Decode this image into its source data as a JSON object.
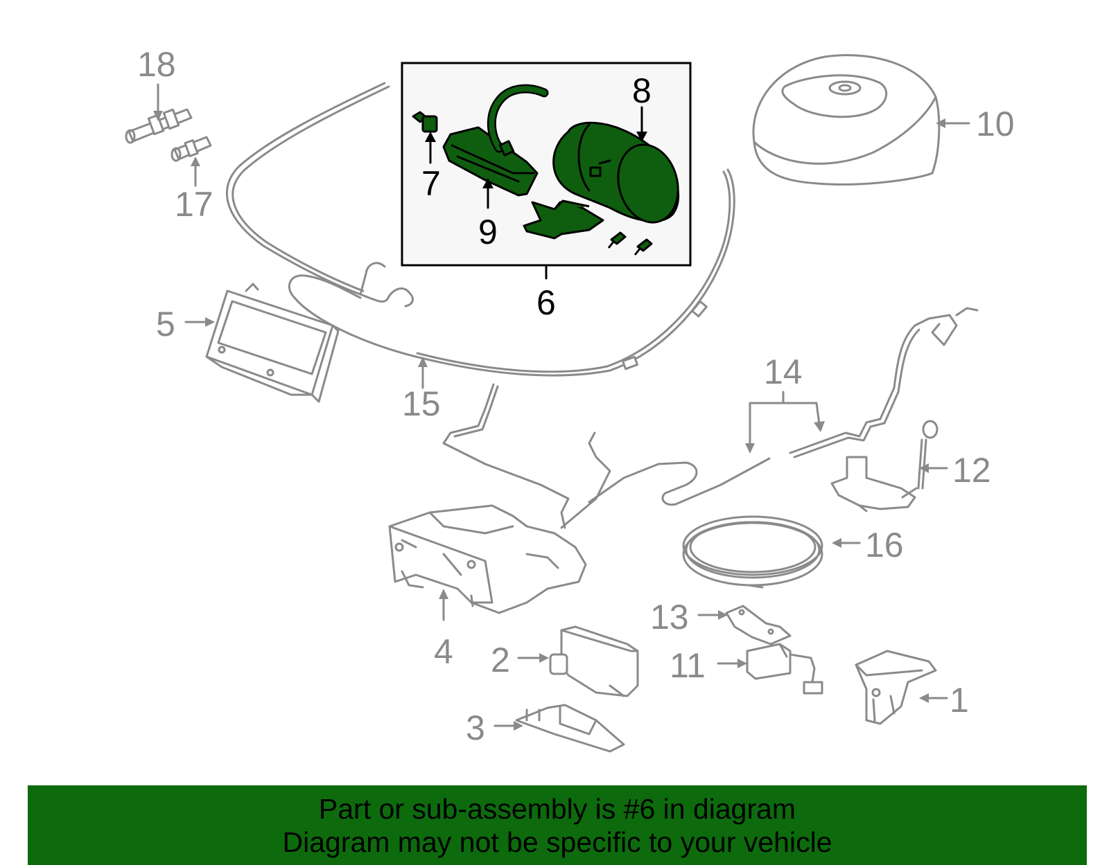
{
  "diagram": {
    "highlight_color": "#0f5e0f",
    "callouts": [
      {
        "id": "c1",
        "label": "1"
      },
      {
        "id": "c2",
        "label": "2"
      },
      {
        "id": "c3",
        "label": "3"
      },
      {
        "id": "c4",
        "label": "4"
      },
      {
        "id": "c5",
        "label": "5"
      },
      {
        "id": "c6",
        "label": "6"
      },
      {
        "id": "c7",
        "label": "7"
      },
      {
        "id": "c8",
        "label": "8"
      },
      {
        "id": "c9",
        "label": "9"
      },
      {
        "id": "c10",
        "label": "10"
      },
      {
        "id": "c11",
        "label": "11"
      },
      {
        "id": "c12",
        "label": "12"
      },
      {
        "id": "c13",
        "label": "13"
      },
      {
        "id": "c14",
        "label": "14"
      },
      {
        "id": "c15",
        "label": "15"
      },
      {
        "id": "c16",
        "label": "16"
      },
      {
        "id": "c17",
        "label": "17"
      },
      {
        "id": "c18",
        "label": "18"
      }
    ]
  },
  "banner": {
    "line1": "Part or sub-assembly is #6 in diagram",
    "line2": "Diagram may not be specific to your vehicle",
    "background": "#0d6b0d"
  }
}
